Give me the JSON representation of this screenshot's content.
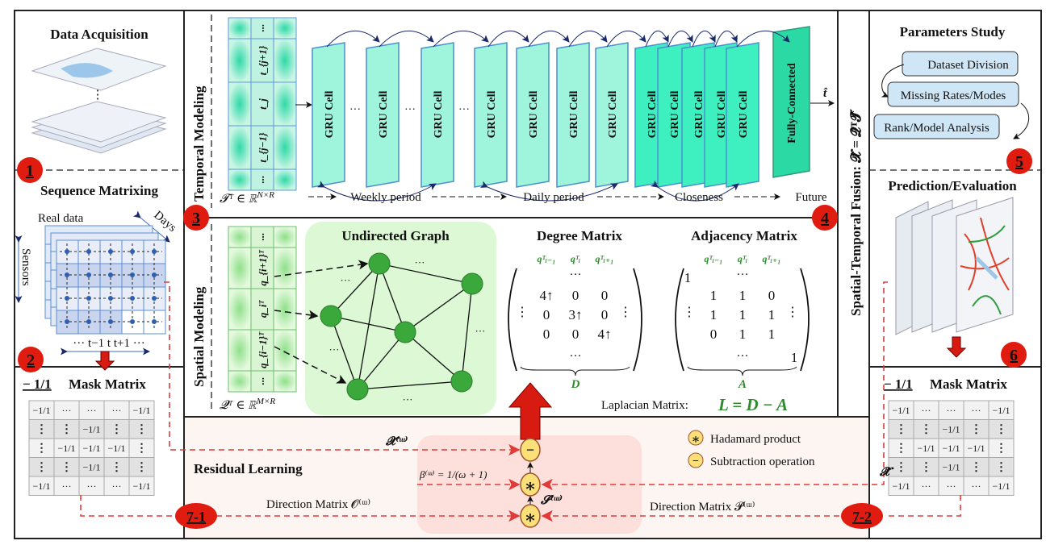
{
  "left": {
    "data_acquisition_title": "Data Acquisition",
    "sequence_matrixing_title": "Sequence Matrixing",
    "real_data_label": "Real data",
    "sensors_label": "Sensors",
    "days_label": "Days",
    "time_axis_label": "··· t−1   t   t+1 ···",
    "mask_title_prefix": "− 1/1",
    "mask_title": "Mask Matrix",
    "mask_matrix": [
      [
        "−1/1",
        "···",
        "···",
        "···",
        "−1/1"
      ],
      [
        "⋮",
        "⋮",
        "−1/1",
        "⋮",
        "⋮"
      ],
      [
        "⋮",
        "−1/1",
        "−1/1",
        "−1/1",
        "⋮"
      ],
      [
        "⋮",
        "⋮",
        "−1/1",
        "⋮",
        "⋮"
      ],
      [
        "−1/1",
        "···",
        "···",
        "···",
        "−1/1"
      ]
    ]
  },
  "badges": {
    "b1": "1",
    "b2": "2",
    "b3": "3",
    "b4": "4",
    "b5": "5",
    "b6": "6",
    "b7_1": "7-1",
    "b7_2": "7-2"
  },
  "temporal": {
    "title": "Temporal Modeling",
    "matrix_cells": [
      "···",
      "t_{j+1}",
      "t_j",
      "t_{j−1}",
      "···"
    ],
    "matrix_label": "𝓣ᵀ ∈ ℝ",
    "matrix_label_sup": "N×R",
    "gru_cell_label": "GRU Cell",
    "fc_label": "Fully-Connected",
    "output_label": "t̂",
    "periods": [
      "Weekly period",
      "Daily period",
      "Closeness",
      "Future"
    ],
    "ellipsis": "···"
  },
  "spatial": {
    "title": "Spatial Modeling",
    "matrix_cells": [
      "···",
      "q_{i+1}ᵀ",
      "q_iᵀ",
      "q_{i−1}ᵀ",
      "···"
    ],
    "matrix_label": "𝓠ᵀ ∈ ℝ",
    "matrix_label_sup": "M×R",
    "graph_title": "Undirected Graph",
    "ellipsis": "···",
    "degree_title": "Degree Matrix",
    "adjacency_title": "Adjacency Matrix",
    "col_headers": [
      "qᵀᵢ₋₁",
      "qᵀᵢ",
      "qᵀᵢ₊₁"
    ],
    "degree_rows": [
      [
        "4↑",
        "0",
        "0"
      ],
      [
        "0",
        "3↑",
        "0"
      ],
      [
        "0",
        "0",
        "4↑"
      ]
    ],
    "adjacency_rows": [
      [
        "1",
        "1",
        "0"
      ],
      [
        "1",
        "1",
        "1"
      ],
      [
        "0",
        "1",
        "1"
      ]
    ],
    "adjacency_corner": "1",
    "degree_symbol": "D",
    "adjacency_symbol": "A",
    "laplacian_label": "Laplacian Matrix:",
    "laplacian_formula": "L = D − A"
  },
  "fusion": {
    "title": "Spatial-Temporal Fusion:  𝓧̂ = 𝓠̂ᵀ𝓣̂"
  },
  "right": {
    "parameters_title": "Parameters Study",
    "steps": [
      "Dataset Division",
      "Missing Rates/Modes",
      "Rank/Model Analysis"
    ],
    "prediction_title": "Prediction/Evaluation",
    "mask_title_prefix": "− 1/1",
    "mask_title": "Mask Matrix"
  },
  "residual": {
    "title": "Residual Learning",
    "x_omega": "𝓧⁽ᵚ⁾",
    "beta": "β⁽ᵚ⁾ = 1/(ω + 1)",
    "s_omega": "𝓢⁽ᵚ⁾",
    "x_hat": "𝓧̂",
    "direction_o": "Direction Matrix 𝓞⁽ᵚ⁾",
    "direction_p": "Direction Matrix 𝓟⁽ᵚ⁾",
    "legend_hadamard": "Hadamard product",
    "legend_subtraction": "Subtraction operation",
    "sub_symbol": "−",
    "star_symbol": "∗"
  },
  "colors": {
    "badge": "#e01b0f",
    "dashed_red": "#e23a3a",
    "gru_light": "#9ff5dc",
    "gru_dark": "#3ef0c0",
    "fc": "#2ad9a3",
    "graph_bg": "#dcf8d4",
    "node": "#3aa83a",
    "residual_bg": "#fdf5f1",
    "residual_inner": "#fde0dc",
    "operator": "#fbe07a",
    "param_box": "#cfe6f7"
  }
}
